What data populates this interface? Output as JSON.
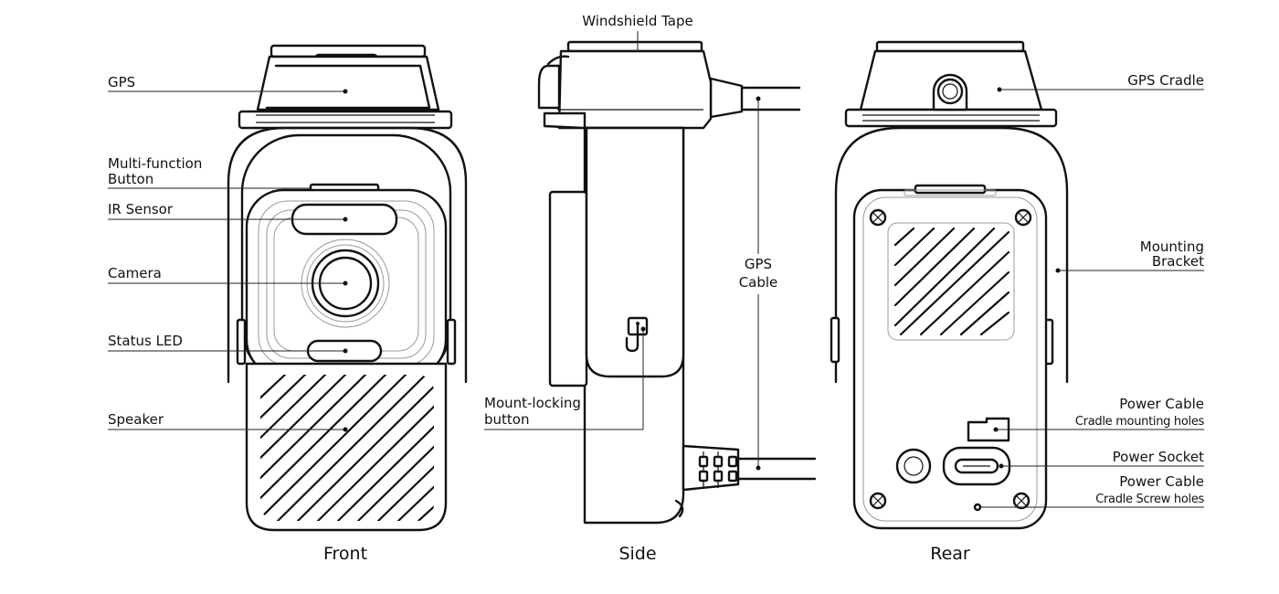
{
  "views": {
    "front": "Front",
    "side": "Side",
    "rear": "Rear"
  },
  "labels": {
    "gps": "GPS",
    "multi_function_1": "Multi-function",
    "multi_function_2": "Button",
    "ir_sensor": "IR Sensor",
    "camera": "Camera",
    "status_led": "Status LED",
    "speaker": "Speaker",
    "windshield_tape": "Windshield Tape",
    "gps_cable_1": "GPS",
    "gps_cable_2": "Cable",
    "mount_locking_1": "Mount-locking",
    "mount_locking_2": "button",
    "gps_cradle": "GPS Cradle",
    "mounting_bracket_1": "Mounting",
    "mounting_bracket_2": "Bracket",
    "power_cable_mount_1": "Power Cable",
    "power_cable_mount_2": "Cradle mounting holes",
    "power_socket": "Power Socket",
    "power_cable_screw_1": "Power Cable",
    "power_cable_screw_2": "Cradle Screw holes"
  }
}
